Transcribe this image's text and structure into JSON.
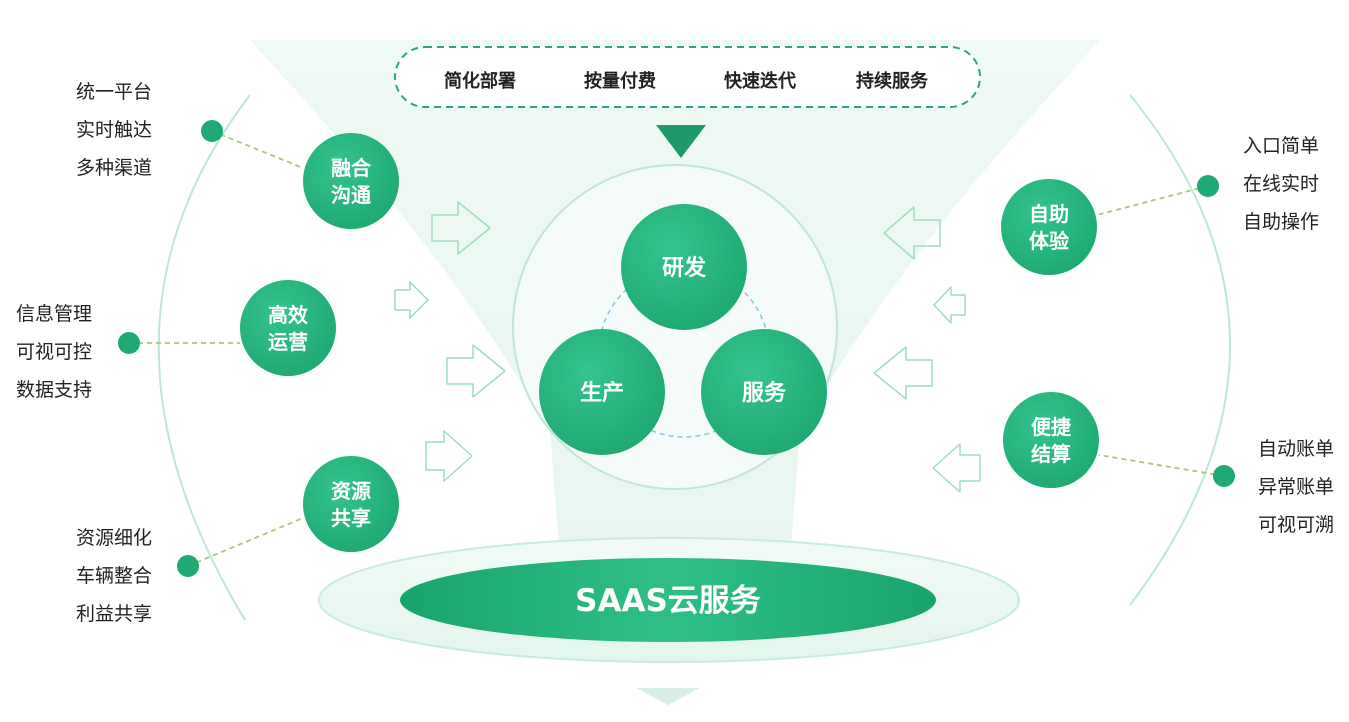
{
  "top_features": [
    "简化部署",
    "按量付费",
    "快速迭代",
    "持续服务"
  ],
  "core": [
    "研发",
    "生产",
    "服务"
  ],
  "base": "SAAS云服务",
  "left_modules": [
    {
      "title": [
        "融合",
        "沟通"
      ],
      "notes": [
        "统一平台",
        "实时触达",
        "多种渠道"
      ]
    },
    {
      "title": [
        "高效",
        "运营"
      ],
      "notes": [
        "信息管理",
        "可视可控",
        "数据支持"
      ]
    },
    {
      "title": [
        "资源",
        "共享"
      ],
      "notes": [
        "资源细化",
        "车辆整合",
        "利益共享"
      ]
    }
  ],
  "right_modules": [
    {
      "title": [
        "自助",
        "体验"
      ],
      "notes": [
        "入口简单",
        "在线实时",
        "自助操作"
      ]
    },
    {
      "title": [
        "便捷",
        "结算"
      ],
      "notes": [
        "自动账单",
        "异常账单",
        "可视可溯"
      ]
    }
  ],
  "colors": {
    "brand_green": "#1fa974",
    "circle_fill": "#23b07a",
    "dashed_line": "#a7c97a",
    "text": "#222222"
  }
}
